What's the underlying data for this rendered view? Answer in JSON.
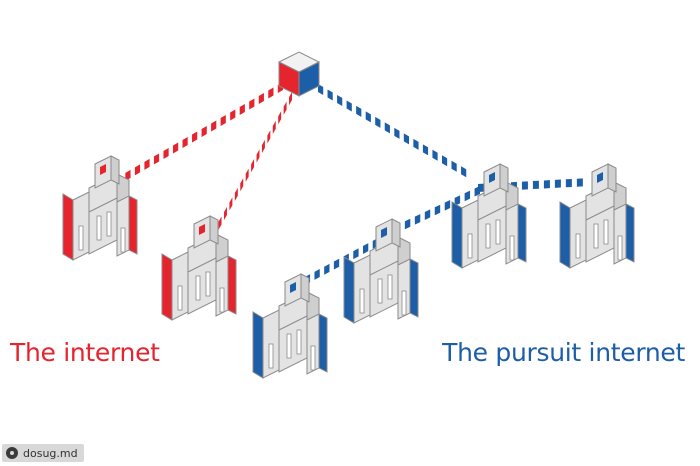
{
  "labels": {
    "left": "The internet",
    "right": "The pursuit internet"
  },
  "watermark": {
    "text": "dosug.md",
    "icon": "site-logo-icon"
  },
  "colors": {
    "left_network": "#e5242e",
    "right_network": "#1d5ea8",
    "building_body": "#e3e3e3",
    "building_outline": "#8a8a8a",
    "background": "#ffffff"
  },
  "diagram": {
    "hub": {
      "icon": "server-cube-icon"
    },
    "left_buildings": [
      {
        "icon": "building-icon"
      },
      {
        "icon": "building-icon"
      }
    ],
    "right_buildings": [
      {
        "icon": "building-icon"
      },
      {
        "icon": "building-icon"
      },
      {
        "icon": "building-icon"
      },
      {
        "icon": "building-icon"
      }
    ]
  }
}
